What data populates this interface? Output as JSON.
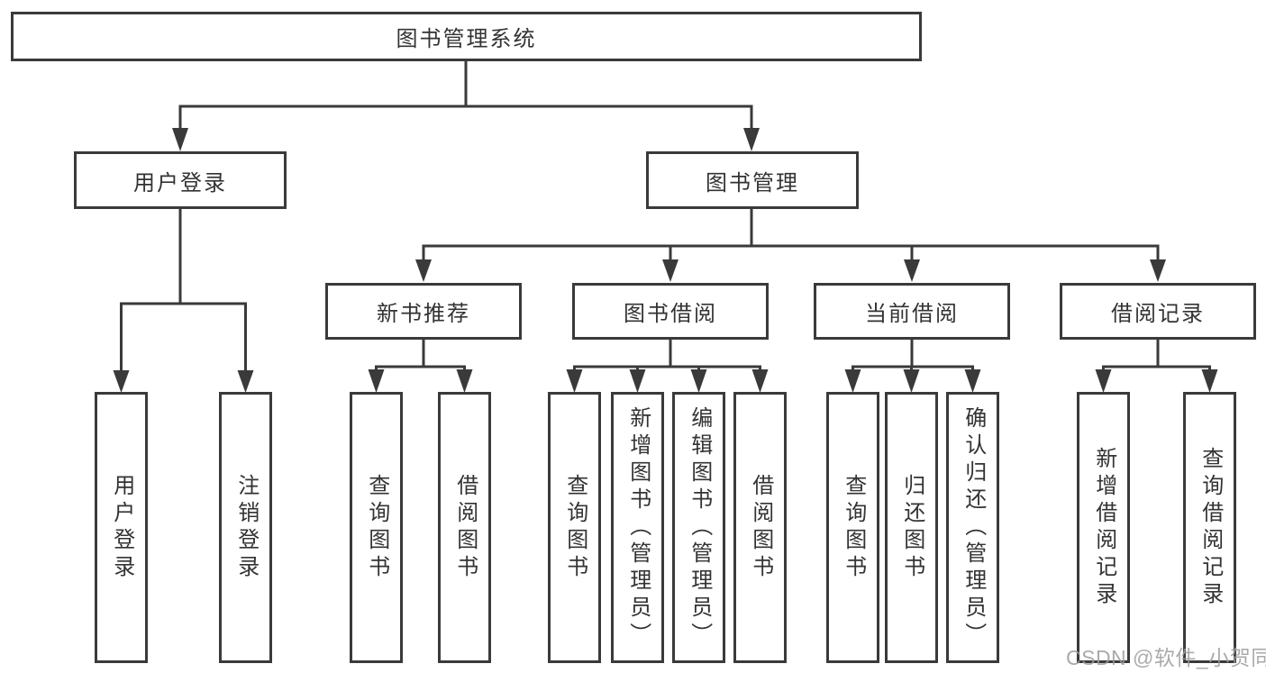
{
  "diagram_title": "图书管理系统",
  "tree": {
    "label": "图书管理系统",
    "children": [
      {
        "label": "用户登录",
        "children": [
          {
            "label": "用户登录"
          },
          {
            "label": "注销登录"
          }
        ]
      },
      {
        "label": "图书管理",
        "children": [
          {
            "label": "新书推荐",
            "children": [
              {
                "label": "查询图书"
              },
              {
                "label": "借阅图书"
              }
            ]
          },
          {
            "label": "图书借阅",
            "children": [
              {
                "label": "查询图书"
              },
              {
                "label": "新增图书（管理员）"
              },
              {
                "label": "编辑图书（管理员）"
              },
              {
                "label": "借阅图书"
              }
            ]
          },
          {
            "label": "当前借阅",
            "children": [
              {
                "label": "查询图书"
              },
              {
                "label": "归还图书"
              },
              {
                "label": "确认归还（管理员）"
              }
            ]
          },
          {
            "label": "借阅记录",
            "children": [
              {
                "label": "新增借阅记录"
              },
              {
                "label": "查询借阅记录"
              }
            ]
          }
        ]
      }
    ]
  },
  "watermark": {
    "text": "CSDN @软件_小贺同学"
  },
  "colors": {
    "line": "#3a3a3a",
    "text": "#333333",
    "watermark": "#9c9c9c",
    "background": "#ffffff"
  }
}
